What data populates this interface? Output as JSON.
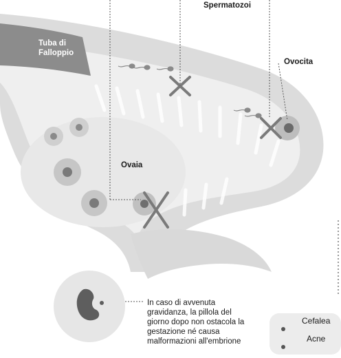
{
  "labels": {
    "tuba": "Tuba di Falloppio",
    "spermatozoi": "Spermatozoi",
    "ovocita": "Ovocita",
    "ovaia": "Ovaia",
    "note": "In caso di avvenuta gravidanza, la pillola del giorno dopo non ostacola la gestazione né causa malformazioni all'embrione",
    "side_effects": [
      "Cefalea",
      "Acne"
    ]
  },
  "colors": {
    "tube_wall": "#d6d6d6",
    "tube_inner": "#ededed",
    "tube_dark": "#8c8c8c",
    "follicle": "#bdbdbd",
    "nucleus": "#6f6f6f",
    "cross": "#7a7a7a",
    "leader": "#555555"
  }
}
